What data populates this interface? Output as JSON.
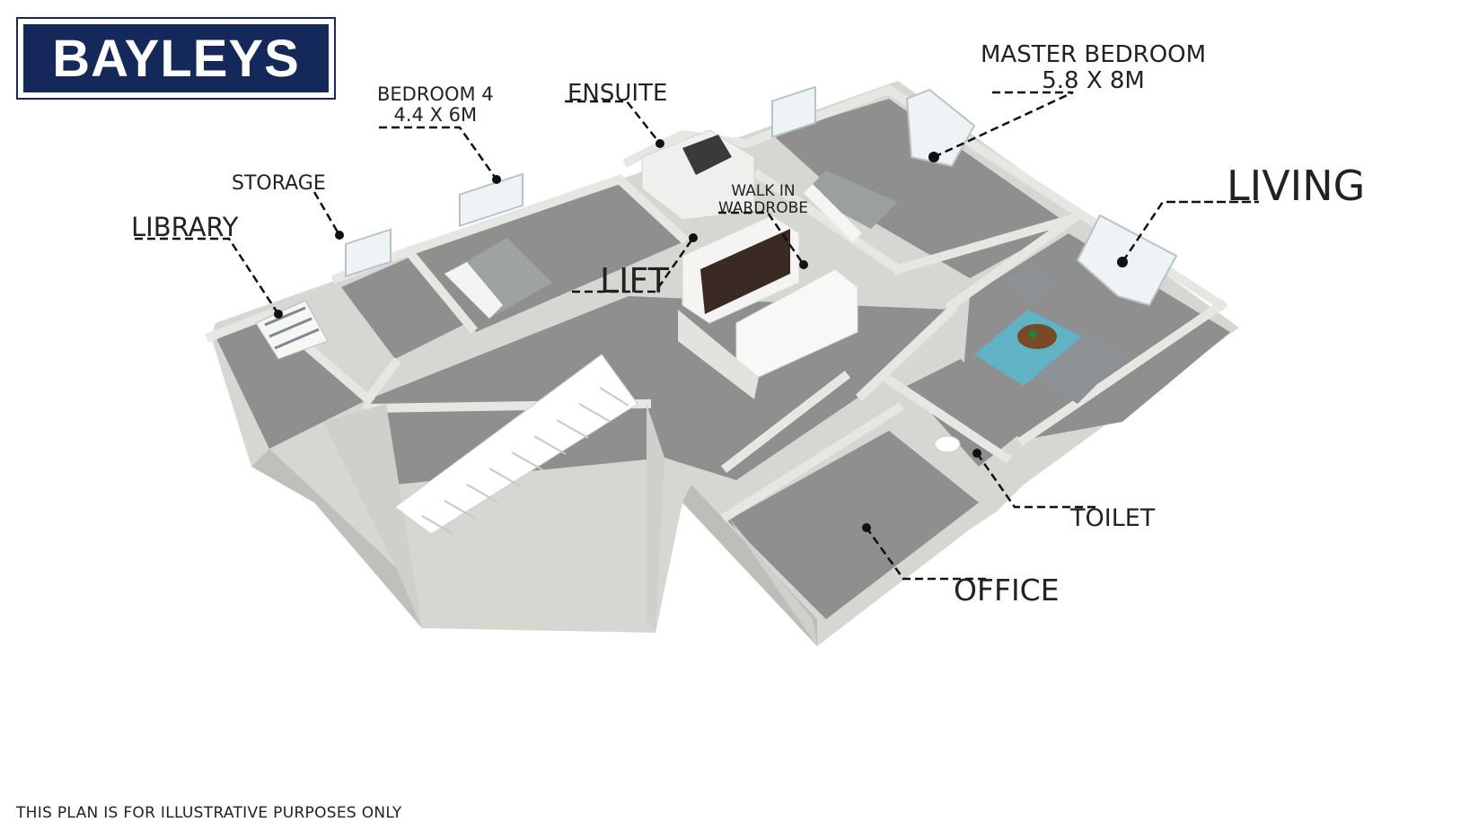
{
  "logo": {
    "text": "BAYLEYS",
    "color": "#14285a"
  },
  "labels": {
    "library": "LIBRARY",
    "storage": "STORAGE",
    "bedroom4": {
      "name": "BEDROOM 4",
      "size": "4.4 X 6M"
    },
    "ensuite": "ENSUITE",
    "walk_in_wardrobe": {
      "line1": "WALK IN",
      "line2": "WARDROBE"
    },
    "lift": "LIFT",
    "master_bedroom": {
      "name": "MASTER BEDROOM",
      "size": "5.8 X 8M"
    },
    "living": "LIVING",
    "toilet": "TOILET",
    "office": "OFFICE"
  },
  "footer": "THIS PLAN IS FOR ILLUSTRATIVE PURPOSES ONLY",
  "colors": {
    "floor": "#8e8e8e",
    "wall": "#e3e3e1",
    "wall_shade": "#c9c9c6",
    "rug": "#5fb3c4",
    "sofa": "#8c9296",
    "wardrobe": "#3a2a24"
  }
}
